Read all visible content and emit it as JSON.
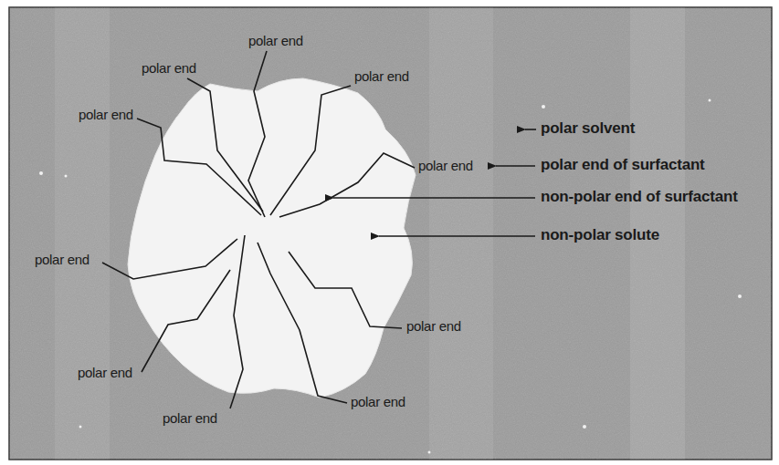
{
  "diagram": {
    "labels": [
      "polar end",
      "polar end",
      "polar end",
      "polar end",
      "polar end",
      "polar end",
      "polar end",
      "polar end",
      "polar end",
      "polar end",
      "polar solvent",
      "polar end of surfactant",
      "non-polar end of surfactant",
      "non-polar solute"
    ]
  }
}
